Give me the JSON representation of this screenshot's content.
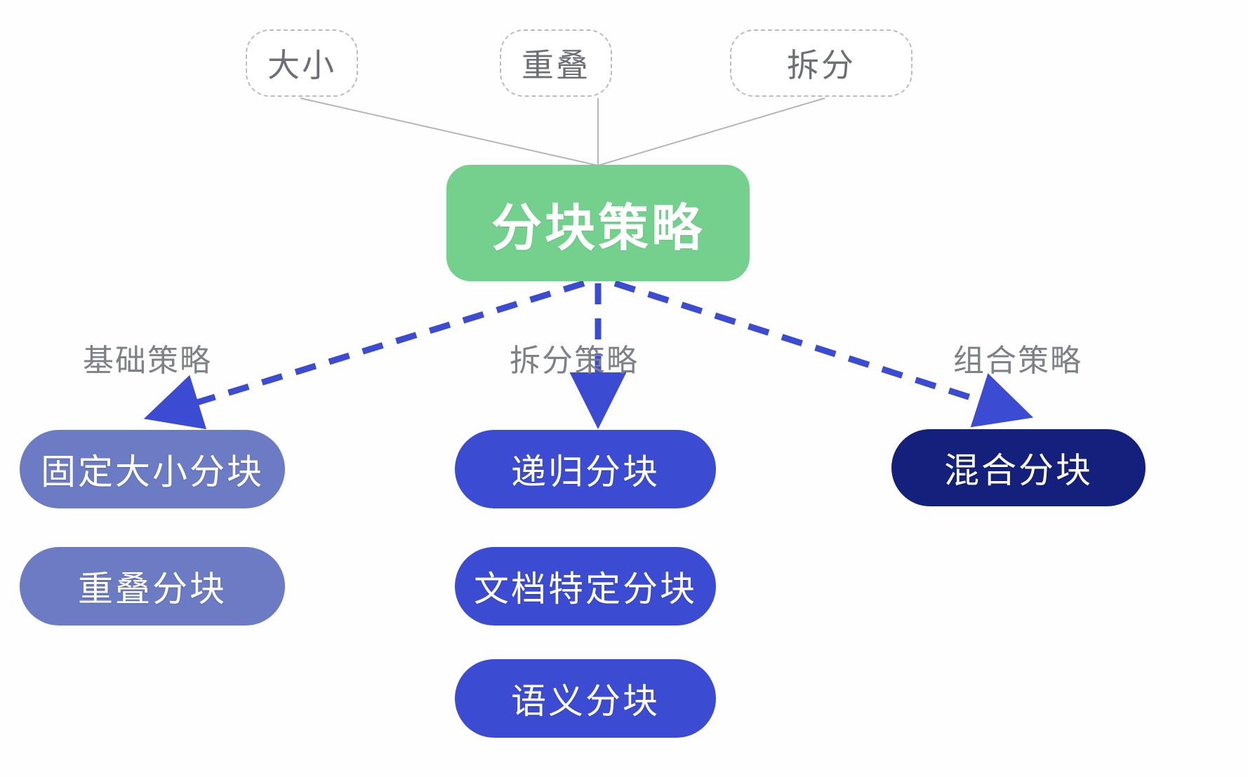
{
  "diagram": {
    "title": "分块策略",
    "root": {
      "label": "分块策略",
      "color": "#73d18d"
    },
    "attributes": [
      {
        "label": "大小"
      },
      {
        "label": "重叠"
      },
      {
        "label": "拆分"
      }
    ],
    "branches": [
      {
        "label": "基础策略",
        "color": "#6b7bc4",
        "items": [
          {
            "label": "固定大小分块"
          },
          {
            "label": "重叠分块"
          }
        ]
      },
      {
        "label": "拆分策略",
        "color": "#3b4cd2",
        "items": [
          {
            "label": "递归分块"
          },
          {
            "label": "文档特定分块"
          },
          {
            "label": "语义分块"
          }
        ]
      },
      {
        "label": "组合策略",
        "color": "#13217c",
        "items": [
          {
            "label": "混合分块"
          }
        ]
      }
    ],
    "colors": {
      "root": "#73d18d",
      "basic": "#6b7bc4",
      "split": "#3b4cd2",
      "combined": "#13217c",
      "chip_border": "#b9bcc1",
      "chip_text": "#6c7076",
      "label_text": "#7d8188",
      "connector_thin": "#b5b5b5",
      "connector_dashed": "#3b4cd2",
      "background": "#fefefe"
    }
  }
}
